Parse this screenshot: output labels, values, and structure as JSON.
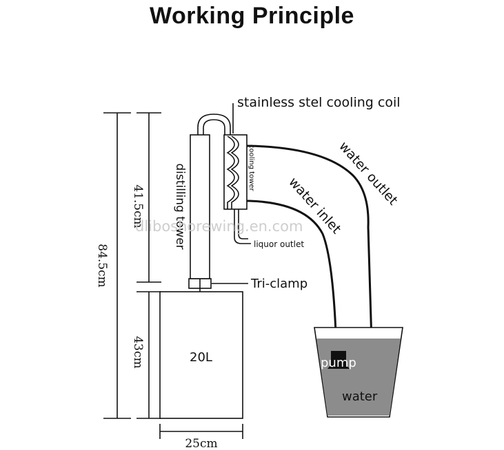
{
  "title": "Working Principle",
  "labels": {
    "cooling_coil": "stainless stel cooling coil",
    "distilling_tower": "distilling tower",
    "cooling_tower": "cooling tower",
    "liquor_outlet": "liquor outlet",
    "tri_clamp": "Tri-clamp",
    "water_inlet": "water inlet",
    "water_outlet": "water outlet",
    "pump": "pump",
    "water": "water",
    "volume": "20L"
  },
  "dimensions": {
    "total_height": "84.5cm",
    "tower_height": "41.5cm",
    "tank_height": "43cm",
    "tank_width": "25cm"
  },
  "watermark": "dliboshorewing.en.com",
  "colors": {
    "line": "#111111",
    "water": "#8c8c8c",
    "watermark": "#c9c9c9"
  }
}
